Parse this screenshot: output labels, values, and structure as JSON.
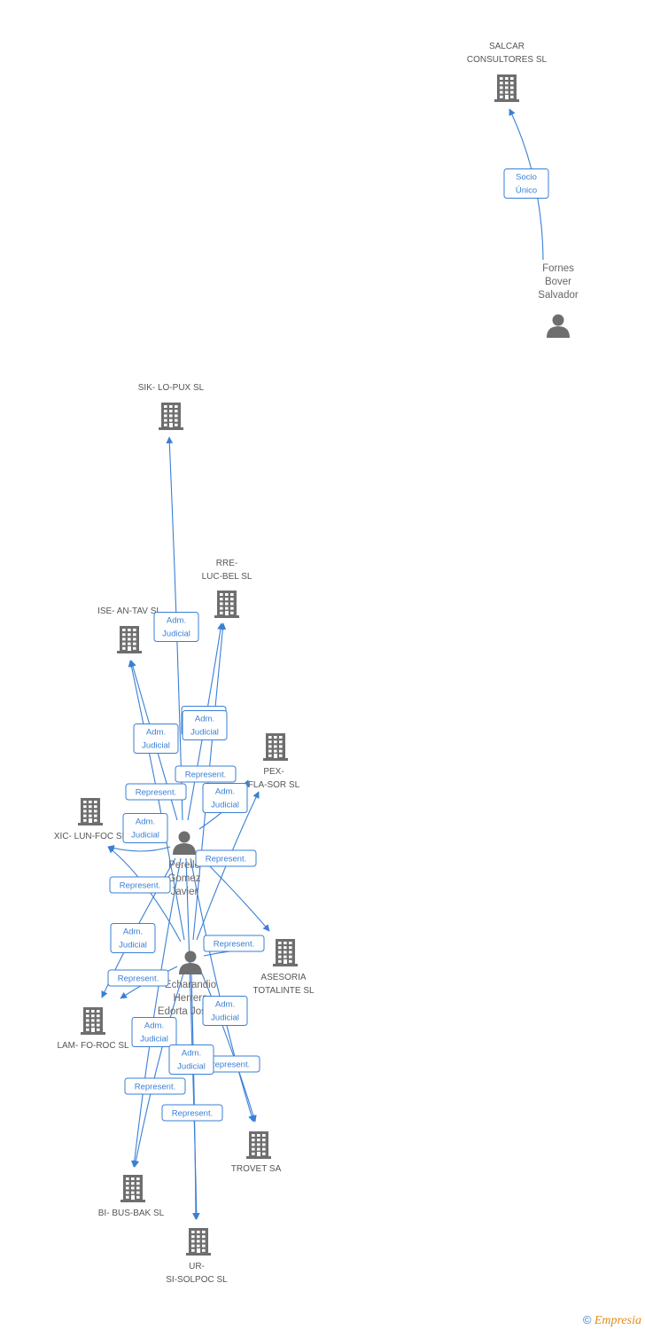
{
  "nodes": [
    {
      "id": "salcar",
      "type": "company",
      "lines": [
        "SALCAR",
        "CONSULTORES SL"
      ]
    },
    {
      "id": "fornes",
      "type": "person",
      "lines": [
        "Fornes",
        "Bover",
        "Salvador"
      ]
    },
    {
      "id": "sik",
      "type": "company",
      "lines": [
        "SIK- LO-PUX SL"
      ]
    },
    {
      "id": "rre",
      "type": "company",
      "lines": [
        "RRE-",
        "LUC-BEL SL"
      ]
    },
    {
      "id": "ise",
      "type": "company",
      "lines": [
        "ISE- AN-TAV SL"
      ]
    },
    {
      "id": "pex",
      "type": "company",
      "lines": [
        "PEX-",
        "FLA-SOR SL"
      ]
    },
    {
      "id": "xic",
      "type": "company",
      "lines": [
        "XIC- LUN-FOC SL"
      ]
    },
    {
      "id": "perello",
      "type": "person",
      "lines": [
        "Perello",
        "Gomez",
        "Javier"
      ]
    },
    {
      "id": "asesoria",
      "type": "company",
      "lines": [
        "ASESORIA",
        "TOTALINTE SL"
      ]
    },
    {
      "id": "echarandio",
      "type": "person",
      "lines": [
        "Echarandio",
        "Herrera",
        "Edorta Joseba"
      ]
    },
    {
      "id": "lam",
      "type": "company",
      "lines": [
        "LAM- FO-ROC SL"
      ]
    },
    {
      "id": "trovet",
      "type": "company",
      "lines": [
        "TROVET SA"
      ]
    },
    {
      "id": "bi",
      "type": "company",
      "lines": [
        "BI- BUS-BAK SL"
      ]
    },
    {
      "id": "ur",
      "type": "company",
      "lines": [
        "UR-",
        "SI-SOLPOC SL"
      ]
    }
  ],
  "edges": [
    {
      "from": "fornes",
      "to": "salcar",
      "label": [
        "Socio",
        "Único"
      ]
    },
    {
      "from": "perello",
      "to": "sik",
      "label": [
        "Adm.",
        "Judicial"
      ]
    },
    {
      "from": "perello",
      "to": "rre",
      "label": [
        "Adm.",
        "Judicial"
      ]
    },
    {
      "from": "perello",
      "to": "ise",
      "label": [
        "Adm.",
        "Judicial"
      ]
    },
    {
      "from": "perello",
      "to": "pex",
      "label": [
        "Represent."
      ]
    },
    {
      "from": "perello",
      "to": "xic",
      "label": [
        "Represent."
      ]
    },
    {
      "from": "perello",
      "to": "asesoria",
      "label": [
        "Represent."
      ]
    },
    {
      "from": "perello",
      "to": "lam",
      "label": [
        "Adm.",
        "Judicial"
      ]
    },
    {
      "from": "perello",
      "to": "trovet",
      "label": [
        "Adm.",
        "Judicial"
      ]
    },
    {
      "from": "perello",
      "to": "bi",
      "label": [
        "Represent."
      ]
    },
    {
      "from": "perello",
      "to": "ur",
      "label": [
        "Represent."
      ]
    },
    {
      "from": "echarandio",
      "to": "rre",
      "label": [
        "Adm.",
        "Judicial"
      ]
    },
    {
      "from": "echarandio",
      "to": "ise",
      "label": [
        "Represent."
      ]
    },
    {
      "from": "echarandio",
      "to": "pex",
      "label": [
        "Adm.",
        "Judicial"
      ]
    },
    {
      "from": "echarandio",
      "to": "xic",
      "label": [
        "Adm.",
        "Judicial"
      ]
    },
    {
      "from": "echarandio",
      "to": "asesoria",
      "label": [
        "Represent."
      ]
    },
    {
      "from": "echarandio",
      "to": "lam",
      "label": [
        "Represent."
      ]
    },
    {
      "from": "echarandio",
      "to": "trovet",
      "label": [
        "Represent."
      ]
    },
    {
      "from": "echarandio",
      "to": "bi",
      "label": [
        "Adm.",
        "Judicial"
      ]
    },
    {
      "from": "echarandio",
      "to": "ur",
      "label": [
        "Adm.",
        "Judicial"
      ]
    }
  ],
  "footer": {
    "copyright": "©",
    "brand": "Empresia"
  },
  "colors": {
    "edge": "#3a7fd5",
    "icon": "#6e6e6e",
    "text": "#555555"
  }
}
